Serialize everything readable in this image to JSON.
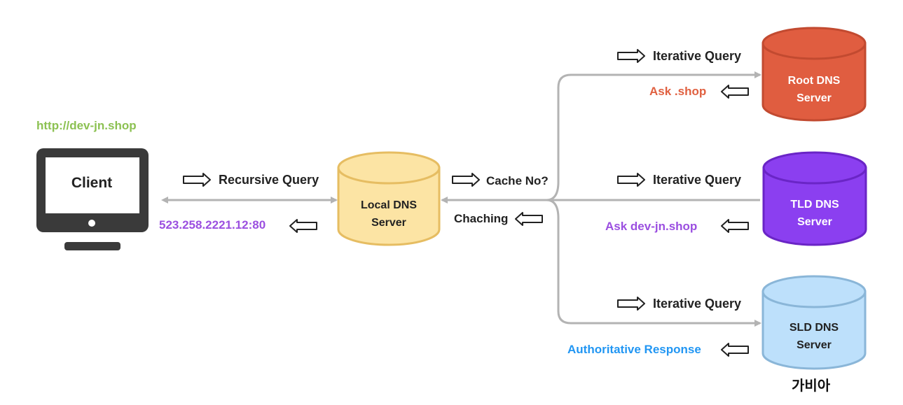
{
  "client": {
    "url": "http://dev-jn.shop",
    "label": "Client",
    "ip_response": "523.258.2221.12:80",
    "query_label": "Recursive Query"
  },
  "local_dns": {
    "line1": "Local DNS",
    "line2": "Server",
    "cache_label": "Cache  No?",
    "caching_label": "Chaching"
  },
  "root": {
    "line1": "Root DNS",
    "line2": "Server",
    "query_label": "Iterative Query",
    "response_label": "Ask .shop",
    "color": "#e05d40"
  },
  "tld": {
    "line1": "TLD DNS",
    "line2": "Server",
    "query_label": "Iterative Query",
    "response_label": "Ask  dev-jn.shop",
    "color": "#8b3ff0"
  },
  "sld": {
    "line1": "SLD DNS",
    "line2": "Server",
    "query_label": "Iterative Query",
    "response_label": "Authoritative Response",
    "color": "#bde0fb"
  },
  "brand": "가비아"
}
